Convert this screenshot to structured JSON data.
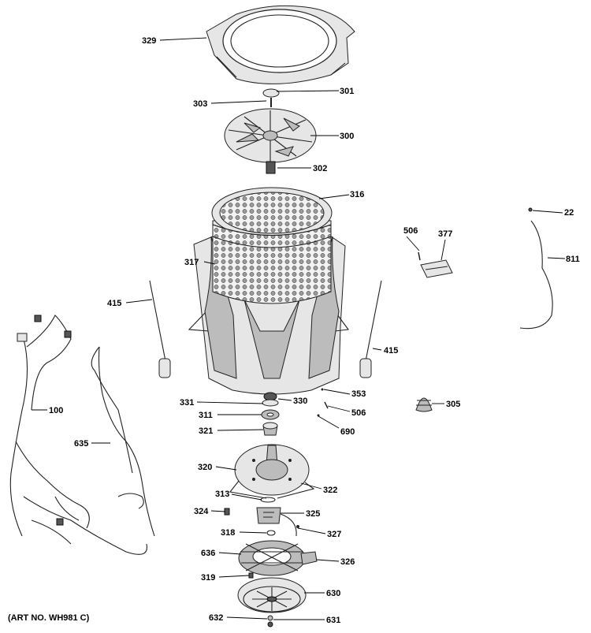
{
  "labels": {
    "l329": "329",
    "l301": "301",
    "l303": "303",
    "l300": "300",
    "l302": "302",
    "l316": "316",
    "l22": "22",
    "l506a": "506",
    "l377": "377",
    "l811": "811",
    "l317": "317",
    "l415a": "415",
    "l415b": "415",
    "l100": "100",
    "l353": "353",
    "l331": "331",
    "l330": "330",
    "l305": "305",
    "l311": "311",
    "l506b": "506",
    "l321": "321",
    "l690": "690",
    "l635": "635",
    "l320": "320",
    "l322": "322",
    "l313": "313",
    "l324": "324",
    "l325": "325",
    "l318": "318",
    "l327": "327",
    "l636": "636",
    "l326": "326",
    "l319": "319",
    "l630": "630",
    "l632": "632",
    "l631": "631"
  },
  "art_number": "(ART NO. WH981 C)"
}
